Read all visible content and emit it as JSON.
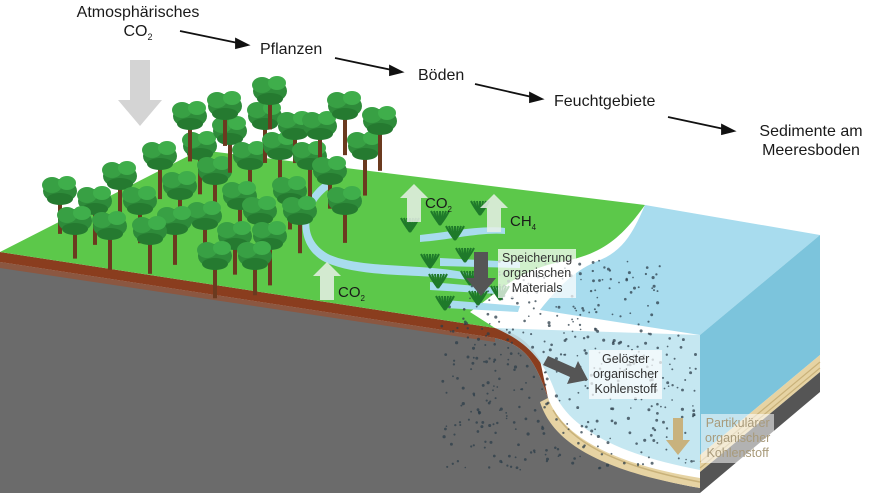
{
  "carbon_chain": {
    "atmosphere_line1": "Atmosphärisches",
    "atmosphere_line2": "CO",
    "atmosphere_sub": "2",
    "plants": "Pflanzen",
    "soils": "Böden",
    "wetlands": "Feuchtgebiete",
    "sediments_line1": "Sedimente am",
    "sediments_line2": "Meeresboden"
  },
  "gas_labels": {
    "co2_upper": "CO",
    "co2_upper_sub": "2",
    "ch4": "CH",
    "ch4_sub": "4",
    "co2_lower": "CO",
    "co2_lower_sub": "2"
  },
  "process_boxes": {
    "storage": [
      "Speicherung",
      "organischen",
      "Materials"
    ],
    "dissolved": [
      "Gelöster",
      "organischer",
      "Kohlenstoff"
    ],
    "particulate": [
      "Partikulärer",
      "organischer",
      "Kohlenstoff"
    ]
  },
  "colors": {
    "grass": "#5cc84a",
    "water": "#a8dcee",
    "water_side": "#7cc4dc",
    "soil_top": "#8a3d1e",
    "rock": "#6b6b6b",
    "tree_crown": "#2e8b3a",
    "arrow_grey": "#d4d4d4",
    "arrow_dark": "#555555",
    "arrow_beige": "#c8b27e",
    "sediment_layers": "#e6d3a3"
  }
}
